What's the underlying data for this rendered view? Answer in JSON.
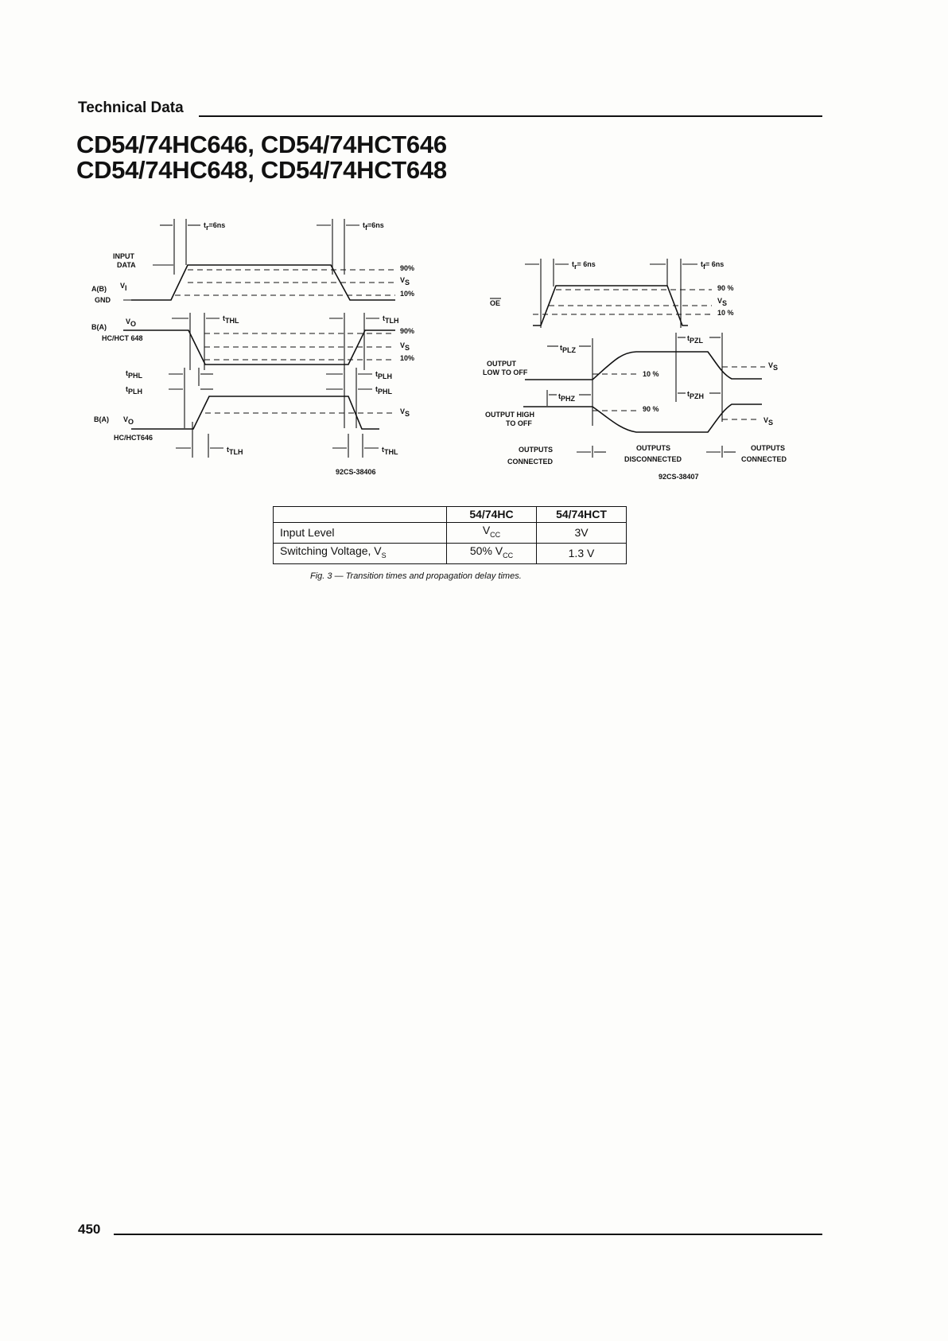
{
  "header": {
    "label": "Technical Data"
  },
  "title": {
    "line1": "CD54/74HC646, CD54/74HCT646",
    "line2": "CD54/74HC648, CD54/74HCT648"
  },
  "left_diagram": {
    "tr_label": "t",
    "tr_sub": "r",
    "tr_value": "=6ns",
    "tf_label": "t",
    "tf_sub": "f",
    "tf_value": "=6ns",
    "input_data_1": "INPUT",
    "input_data_2": "DATA",
    "a_b": "A(B)",
    "vi": "V",
    "vi_sub": "I",
    "gnd": "GND",
    "b_a_1": "B(A)",
    "vo_1": "V",
    "vo_1_sub": "O",
    "hc_648": "HC/HCT 648",
    "b_a_2": "B(A)",
    "vo_2": "V",
    "vo_2_sub": "O",
    "hc_646": "HC/HCT646",
    "pct90_a": "90%",
    "vs_a": "V",
    "vs_a_sub": "S",
    "pct10_a": "10%",
    "pct90_b": "90%",
    "vs_b": "V",
    "vs_b_sub": "S",
    "pct10_b": "10%",
    "vs_c": "V",
    "vs_c_sub": "S",
    "thl_1": "t",
    "thl_1_sub": "THL",
    "tlh_1": "t",
    "tlh_1_sub": "TLH",
    "tphl_1": "t",
    "tphl_1_sub": "PHL",
    "tplh_1": "t",
    "tplh_1_sub": "PLH",
    "tplh_2": "t",
    "tplh_2_sub": "PLH",
    "tphl_2": "t",
    "tphl_2_sub": "PHL",
    "tlh_2": "t",
    "tlh_2_sub": "TLH",
    "thl_2": "t",
    "thl_2_sub": "THL",
    "code": "92CS-38406"
  },
  "right_diagram": {
    "tr_label": "t",
    "tr_sub": "r",
    "tr_value": "= 6ns",
    "tf_label": "t",
    "tf_sub": "f",
    "tf_value": "= 6ns",
    "oe": "OE",
    "pct90_a": "90 %",
    "vs_a": "V",
    "vs_a_sub": "S",
    "pct10_a": "10 %",
    "tplz": "t",
    "tplz_sub": "PLZ",
    "tpzl": "t",
    "tpzl_sub": "PZL",
    "output_low_1": "OUTPUT",
    "output_low_2": "LOW TO OFF",
    "pct10_b": "10 %",
    "vs_b": "V",
    "vs_b_sub": "S",
    "tphz": "t",
    "tphz_sub": "PHZ",
    "tpzh": "t",
    "tpzh_sub": "PZH",
    "output_high_1": "OUTPUT HIGH",
    "output_high_2": "TO OFF",
    "pct90_b": "90 %",
    "vs_c": "V",
    "vs_c_sub": "S",
    "oc1_1": "OUTPUTS",
    "oc1_2": "CONNECTED",
    "od_1": "OUTPUTS",
    "od_2": "DISCONNECTED",
    "oc2_1": "OUTPUTS",
    "oc2_2": "CONNECTED",
    "code": "92CS-38407"
  },
  "table": {
    "headers": [
      "",
      "54/74HC",
      "54/74HCT"
    ],
    "rows": [
      {
        "label": "Input Level",
        "hc": "V",
        "hc_sub": "CC",
        "hct": "3V"
      },
      {
        "label": "Switching Voltage, V",
        "label_sub": "S",
        "hc": "50% V",
        "hc_sub": "CC",
        "hct": "1.3 V"
      }
    ]
  },
  "caption": "Fig. 3 — Transition times and propagation delay times.",
  "footer": {
    "page_number": "450"
  }
}
